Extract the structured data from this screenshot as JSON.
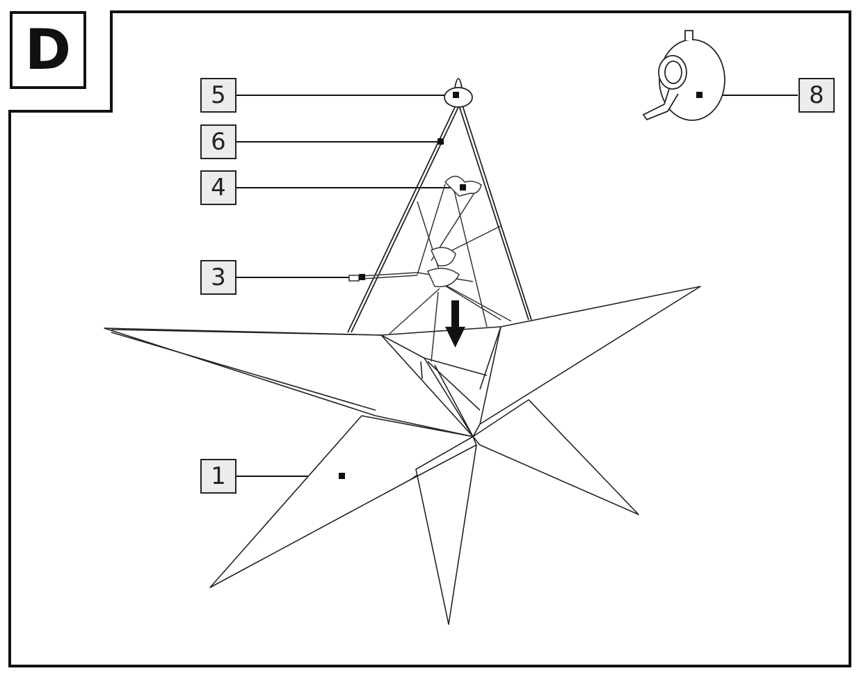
{
  "panel": {
    "letter": "D"
  },
  "callouts": [
    {
      "id": "5",
      "label": "5"
    },
    {
      "id": "6",
      "label": "6"
    },
    {
      "id": "4",
      "label": "4"
    },
    {
      "id": "3",
      "label": "3"
    },
    {
      "id": "1",
      "label": "1"
    },
    {
      "id": "8",
      "label": "8"
    }
  ],
  "icons": {
    "down_arrow": "down-arrow-icon",
    "suction_cup": "suction-cup-hook-icon"
  }
}
